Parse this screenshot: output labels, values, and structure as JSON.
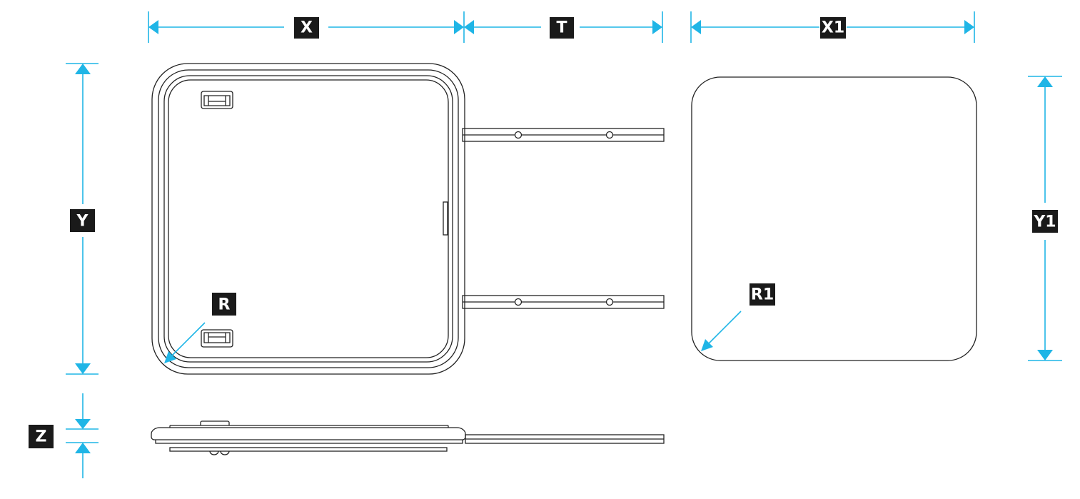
{
  "labels": {
    "x": "X",
    "t": "T",
    "x1": "X1",
    "y": "Y",
    "y1": "Y1",
    "z": "Z",
    "r": "R",
    "r1": "R1"
  },
  "colors": {
    "dimension": "#1fb5e6",
    "label_bg": "#1a1a1a",
    "outline": "#222222"
  }
}
